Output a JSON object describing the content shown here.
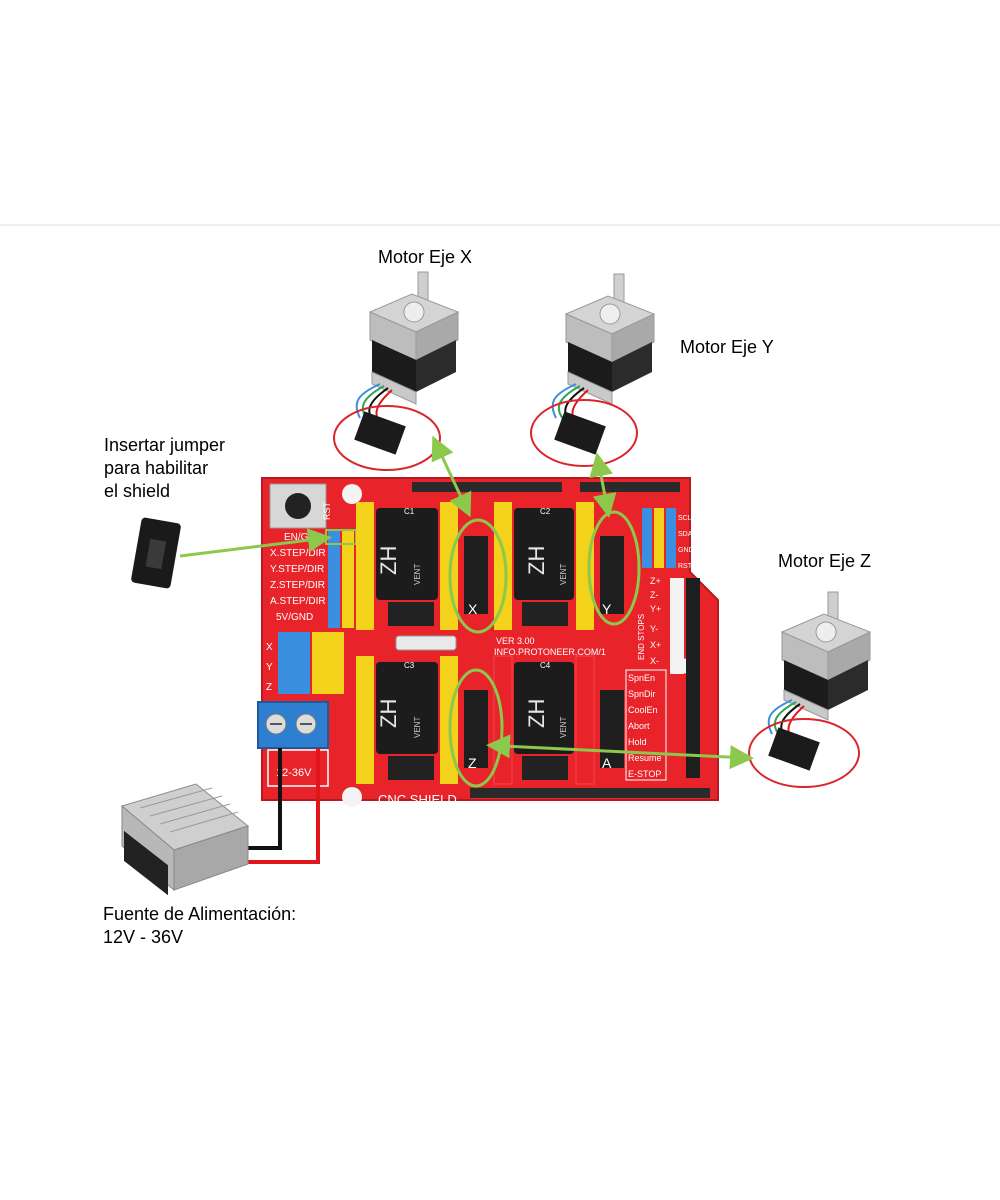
{
  "captions": {
    "motor_x": "Motor Eje X",
    "motor_y": "Motor Eje Y",
    "motor_z": "Motor Eje Z",
    "jumper_line1": "Insertar jumper",
    "jumper_line2": "para habilitar",
    "jumper_line3": "el shield",
    "psu_line1": "Fuente de Alimentación:",
    "psu_line2": "12V - 36V"
  },
  "board": {
    "name": "CNC SHIELD",
    "version": "VER 3.00",
    "website": "INFO.PROTONEER.COM/1",
    "voltage": "12-36V",
    "driver_brand": "ZH",
    "driver_sub": "VENT",
    "reset": "RST",
    "left_labels": [
      "EN/GND",
      "X.STEP/DIR",
      "Y.STEP/DIR",
      "Z.STEP/DIR",
      "A.STEP/DIR",
      "5V/GND"
    ],
    "axis_labels": [
      "X",
      "Y",
      "Z",
      "A"
    ],
    "cap_labels": [
      "C1",
      "C2",
      "C3",
      "C4"
    ],
    "right_labels": [
      "SpnEn",
      "SpnDir",
      "CoolEn",
      "Abort",
      "Hold",
      "Resume",
      "E-STOP"
    ],
    "endstop_labels": [
      "Z+",
      "Z-",
      "Y+",
      "Y-",
      "X+",
      "X-"
    ],
    "endstop_title": "END STOPS",
    "i2c_labels": [
      "SCL",
      "SDA",
      "GND",
      "RST"
    ]
  },
  "colors": {
    "board": "#e8232a",
    "highlight_circle": "#d9262b",
    "arrow": "#8cc84b",
    "header_yellow": "#f2d21b",
    "header_blue": "#3b8fe0",
    "wire_red": "#e0161b",
    "wire_black": "#111111"
  }
}
